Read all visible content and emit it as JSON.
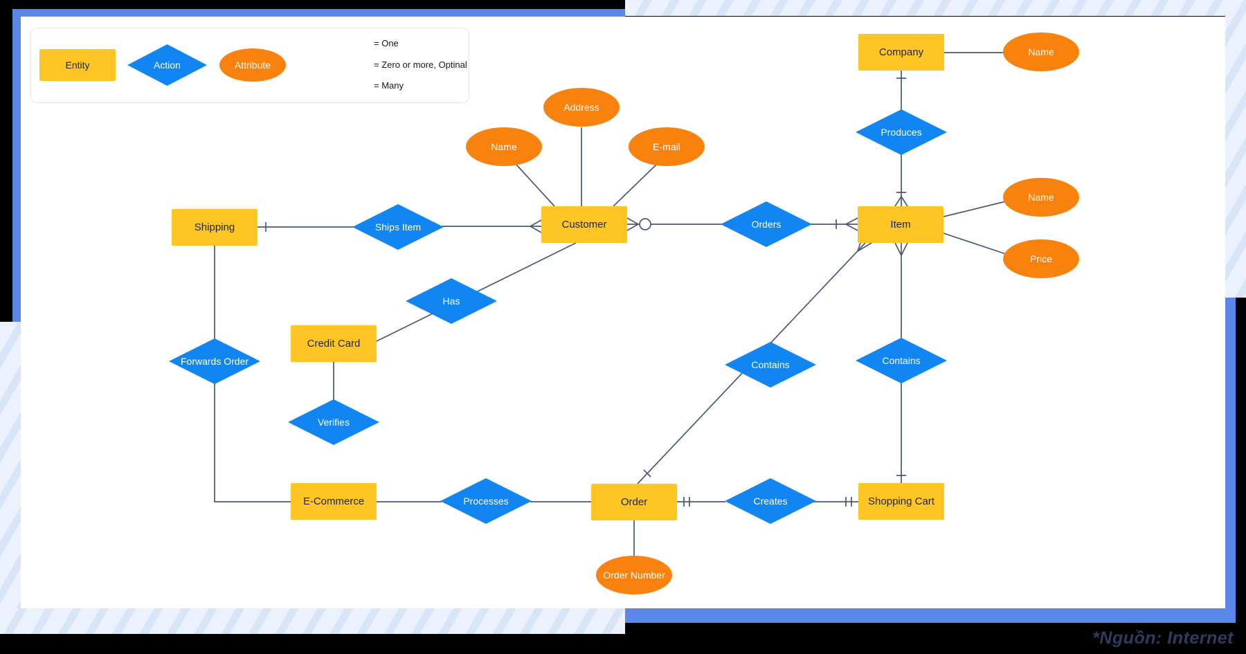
{
  "legend": {
    "entity_label": "Entity",
    "action_label": "Action",
    "attribute_label": "Attribute",
    "one_label": "= One",
    "zero_or_more_label": "= Zero or more, Optinal",
    "many_label": "= Many"
  },
  "entities": {
    "shipping": "Shipping",
    "customer": "Customer",
    "credit_card": "Credit Card",
    "e_commerce": "E-Commerce",
    "order": "Order",
    "company": "Company",
    "item": "Item",
    "shopping_cart": "Shopping Cart"
  },
  "relations": {
    "ships_item": "Ships Item",
    "has": "Has",
    "forwards_order": "Forwards Order",
    "verifies": "Verifies",
    "processes": "Processes",
    "orders": "Orders",
    "produces": "Produces",
    "contains_order": "Contains",
    "contains_cart": "Contains",
    "creates": "Creates"
  },
  "attributes": {
    "customer_name": "Name",
    "customer_address": "Address",
    "customer_email": "E-mail",
    "company_name": "Name",
    "item_name": "Name",
    "item_price": "Price",
    "order_number": "Order Number"
  },
  "footer": {
    "source_note": "*Nguồn: Internet"
  },
  "colors": {
    "entity_fill": "#FFC524",
    "relation_fill": "#1186F2",
    "attribute_fill": "#F8820D",
    "connector": "#4A5776",
    "frame_blue": "#5B87E8"
  }
}
